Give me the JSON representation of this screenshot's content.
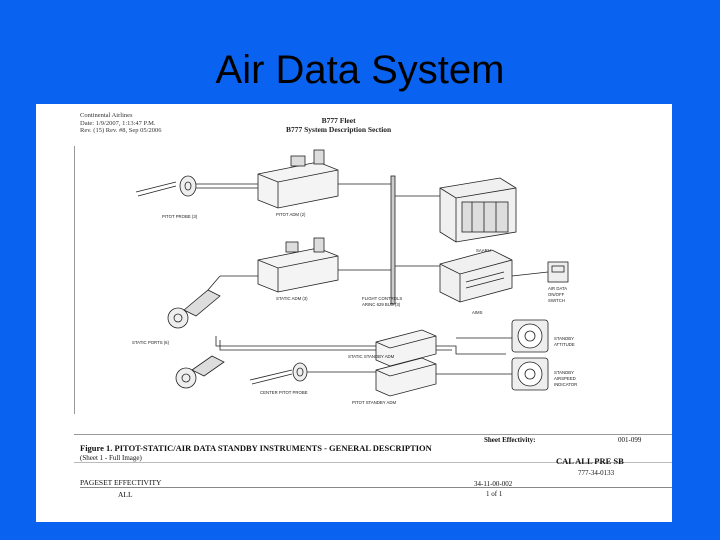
{
  "slide": {
    "title": "Air Data System"
  },
  "document": {
    "header_left": [
      "Continental Airlines",
      "Date: 1/9/2007, 1:13:47 P.M.",
      "Rev. (15) Rev. #8, Sep 05/2006"
    ],
    "fleet": "B777 Fleet",
    "section": "B777 System Description Section",
    "figure_caption": "Figure 1. PITOT-STATIC/AIR DATA STANDBY INSTRUMENTS - GENERAL DESCRIPTION",
    "figure_subcaption": "(Sheet 1 - Full Image)",
    "sheet_effectivity_label": "Sheet Effectivity:",
    "sheet_effectivity_value": "001-099",
    "cal": "CAL ALL PRE SB",
    "doc_number": "777-34-0133",
    "pageset_label": "PAGESET EFFECTIVITY",
    "pageset_value": "ALL",
    "chapter": "34-11-00-002",
    "page": "1 of 1"
  },
  "diagram": {
    "labels": {
      "pitot_probe": "PITOT PROBE (3)",
      "pitot_adm": "PITOT ADM (2)",
      "static_adm": "STATIC ADM (3)",
      "static_ports": "STATIC PORTS (6)",
      "flight_controls": "FLIGHT CONTROLS",
      "arinc": "ARINC 629 BUS (3)",
      "saarU": "SAARU",
      "aimsU": "AIMS",
      "air_data_switch_1": "AIR DATA",
      "air_data_switch_2": "ON/OFF",
      "air_data_switch_3": "SWITCH",
      "static_standby_adm": "STATIC STANDBY ADM",
      "standby_attitude_1": "STANDBY",
      "standby_attitude_2": "ATTITUDE",
      "standby_alt_1": "STANDBY",
      "standby_alt_2": "AIRSPEED",
      "standby_alt_3": "INDICATOR",
      "center_pitot_probe": "CENTER PITOT PROBE",
      "pitot_standby_adm": "PITOT STANDBY ADM"
    }
  }
}
